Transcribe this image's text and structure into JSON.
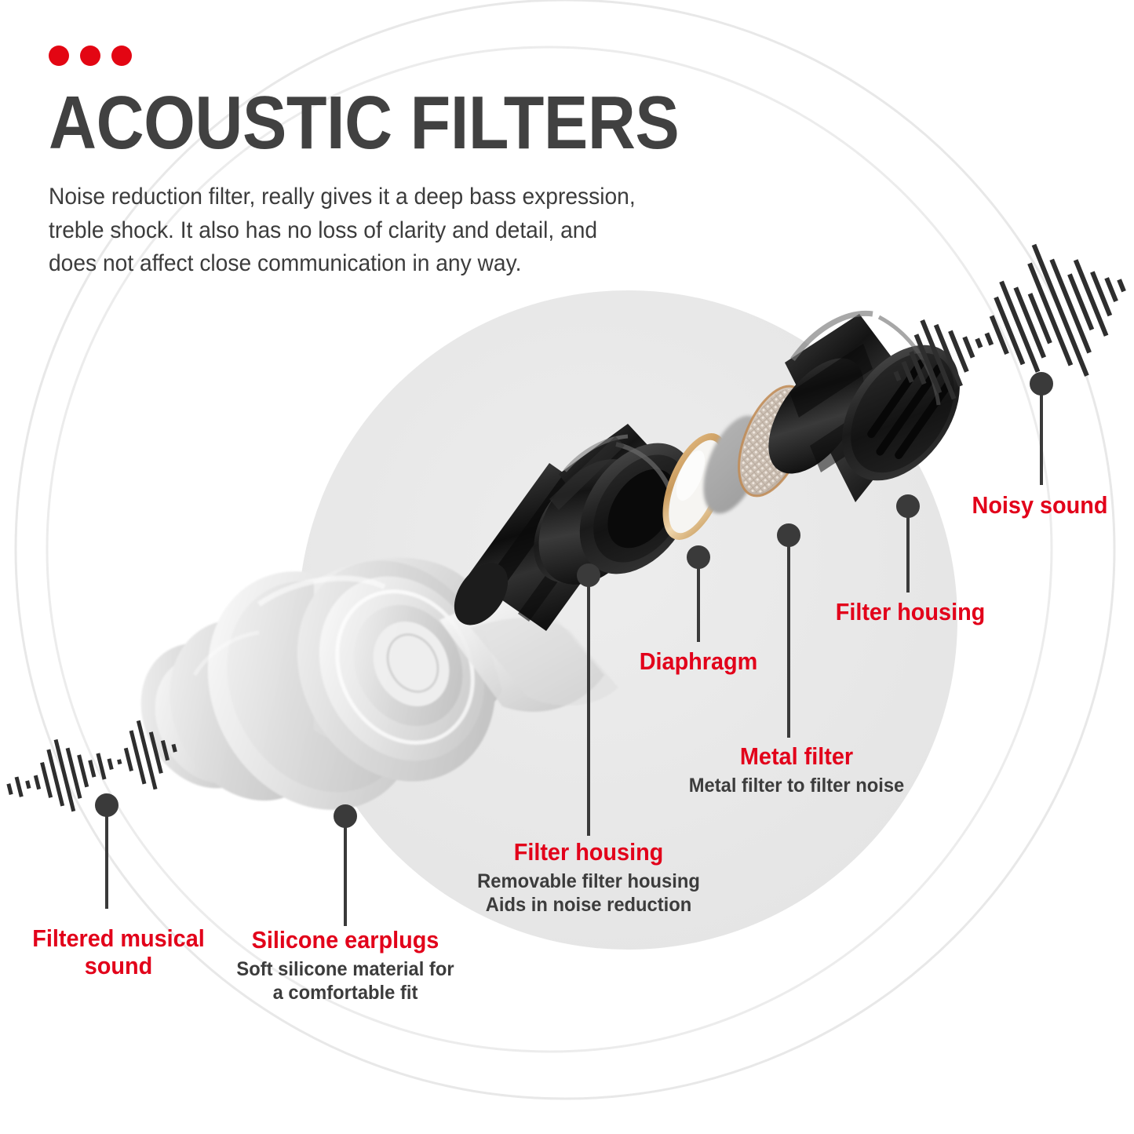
{
  "header": {
    "dots_count": 3,
    "title": "ACOUSTIC FILTERS",
    "subtitle_lines": [
      "Noise reduction filter, really gives it a deep bass expression,",
      "treble shock. It also has no loss of clarity and detail, and",
      "does not affect close communication in any way."
    ]
  },
  "colors": {
    "accent_red": "#e2001a",
    "dot_red": "#e30613",
    "title_gray": "#414141",
    "body_gray": "#3c3c3c",
    "leader_gray": "#3a3a3a",
    "bg_circle_fill": "#e6e6e6",
    "bg_circle_stroke": "#e8e8e8"
  },
  "callouts": [
    {
      "id": "filtered-musical-sound",
      "title": "Filtered musical",
      "title_line2": "sound",
      "subtitle": ""
    },
    {
      "id": "silicone-earplugs",
      "title": "Silicone earplugs",
      "subtitle_lines": [
        "Soft silicone material for",
        "a comfortable fit"
      ]
    },
    {
      "id": "filter-housing-lower",
      "title": "Filter housing",
      "subtitle_lines": [
        "Removable filter housing",
        "Aids in noise reduction"
      ]
    },
    {
      "id": "diaphragm",
      "title": "Diaphragm",
      "subtitle": ""
    },
    {
      "id": "metal-filter",
      "title": "Metal filter",
      "subtitle_lines": [
        "Metal filter to filter noise"
      ]
    },
    {
      "id": "filter-housing-upper",
      "title": "Filter housing",
      "subtitle": ""
    },
    {
      "id": "noisy-sound",
      "title": "Noisy sound",
      "subtitle": ""
    }
  ],
  "parts": [
    {
      "name": "silicone-earplug",
      "label": "Silicone earplugs"
    },
    {
      "name": "filter-housing-nozzle",
      "label": "Filter housing"
    },
    {
      "name": "diaphragm-disc",
      "label": "Diaphragm"
    },
    {
      "name": "spacer-disc",
      "label": ""
    },
    {
      "name": "metal-mesh-filter",
      "label": "Metal filter"
    },
    {
      "name": "filter-housing-cap",
      "label": "Filter housing"
    }
  ],
  "waveforms": [
    {
      "name": "filtered-sound-waveform",
      "side": "left"
    },
    {
      "name": "noisy-sound-waveform",
      "side": "right"
    }
  ]
}
